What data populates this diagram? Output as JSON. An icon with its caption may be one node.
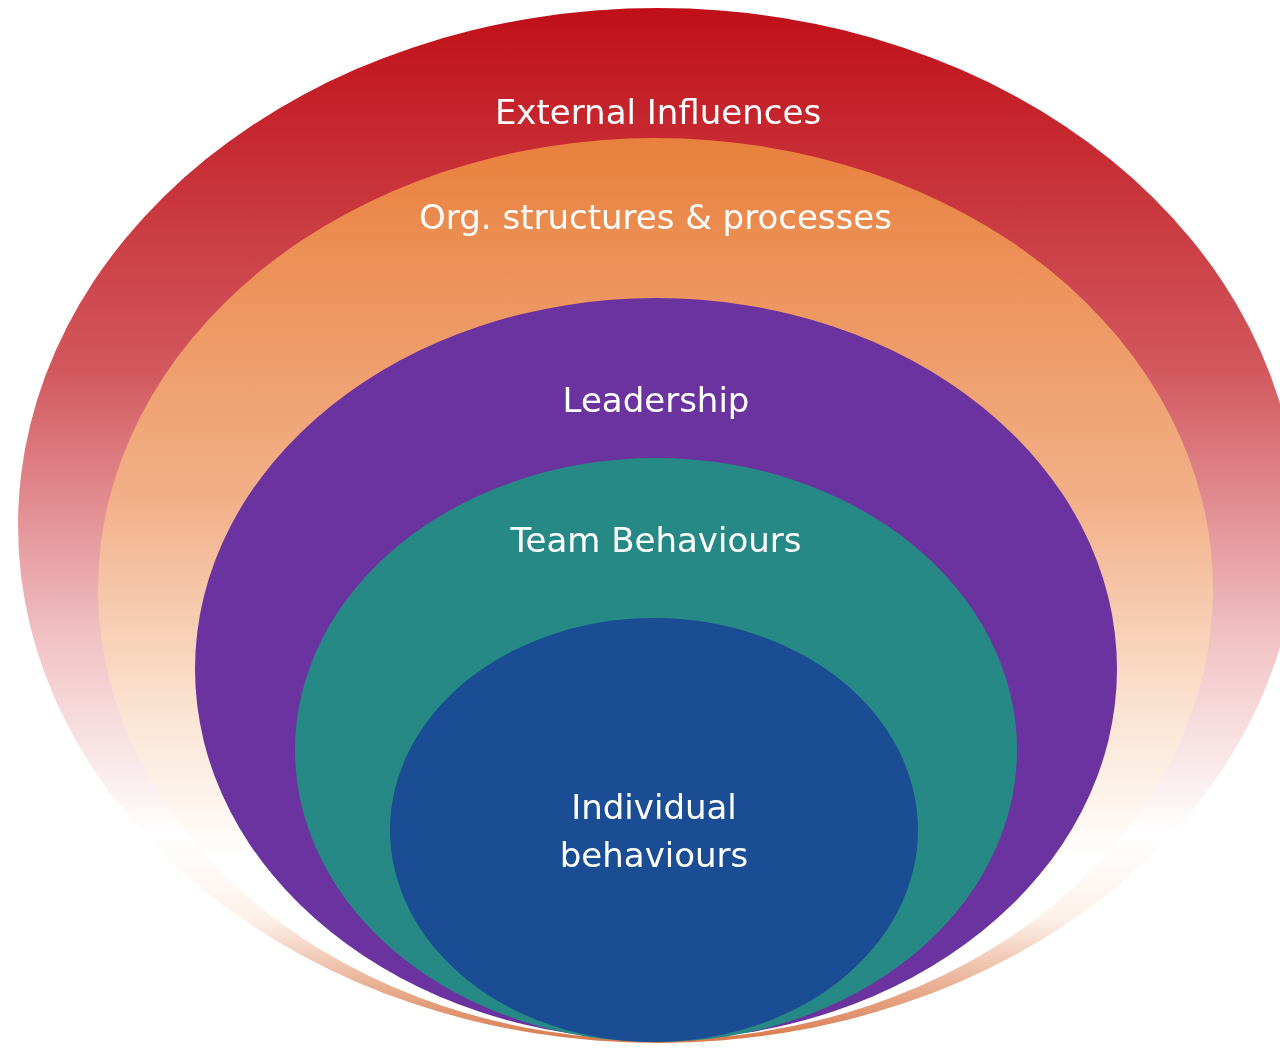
{
  "diagram": {
    "nodes": [
      {
        "text": [
          "External Influences"
        ]
      },
      {
        "text": [
          "Org. structures & processes"
        ],
        "in": 0
      },
      {
        "text": [
          "Leadership"
        ],
        "in": 1
      },
      {
        "text": [
          "Team Behaviours"
        ],
        "in": 2
      },
      {
        "text": [
          "Individual behaviours"
        ],
        "in": 3
      }
    ]
  }
}
